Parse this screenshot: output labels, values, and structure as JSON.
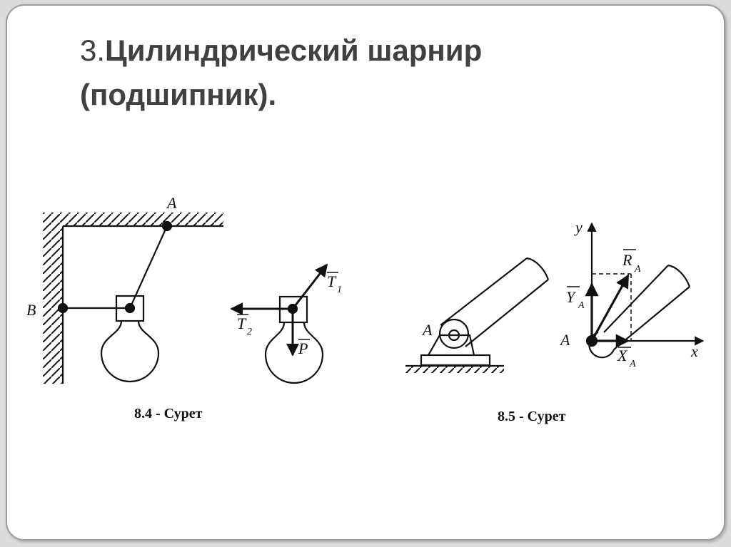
{
  "slide": {
    "title_number": "3.",
    "title_text": "Цилиндрический шарнир (подшипник)."
  },
  "figure_1": {
    "caption": "8.4 - Сурет",
    "labels": {
      "A": "A",
      "B": "B",
      "T1": "T",
      "T1_sub": "1",
      "T2": "T",
      "T2_sub": "2",
      "P": "P"
    }
  },
  "figure_2": {
    "caption": "8.5 - Сурет",
    "labels": {
      "A_left": "A",
      "A_right": "A",
      "x": "x",
      "y": "y",
      "R": "R",
      "R_sub": "A",
      "Y": "Y",
      "Y_sub": "A",
      "X": "X",
      "X_sub": "A"
    }
  },
  "colors": {
    "background": "#dcdcdc",
    "slide": "#ffffff",
    "title": "#404040",
    "ink": "#111111"
  }
}
